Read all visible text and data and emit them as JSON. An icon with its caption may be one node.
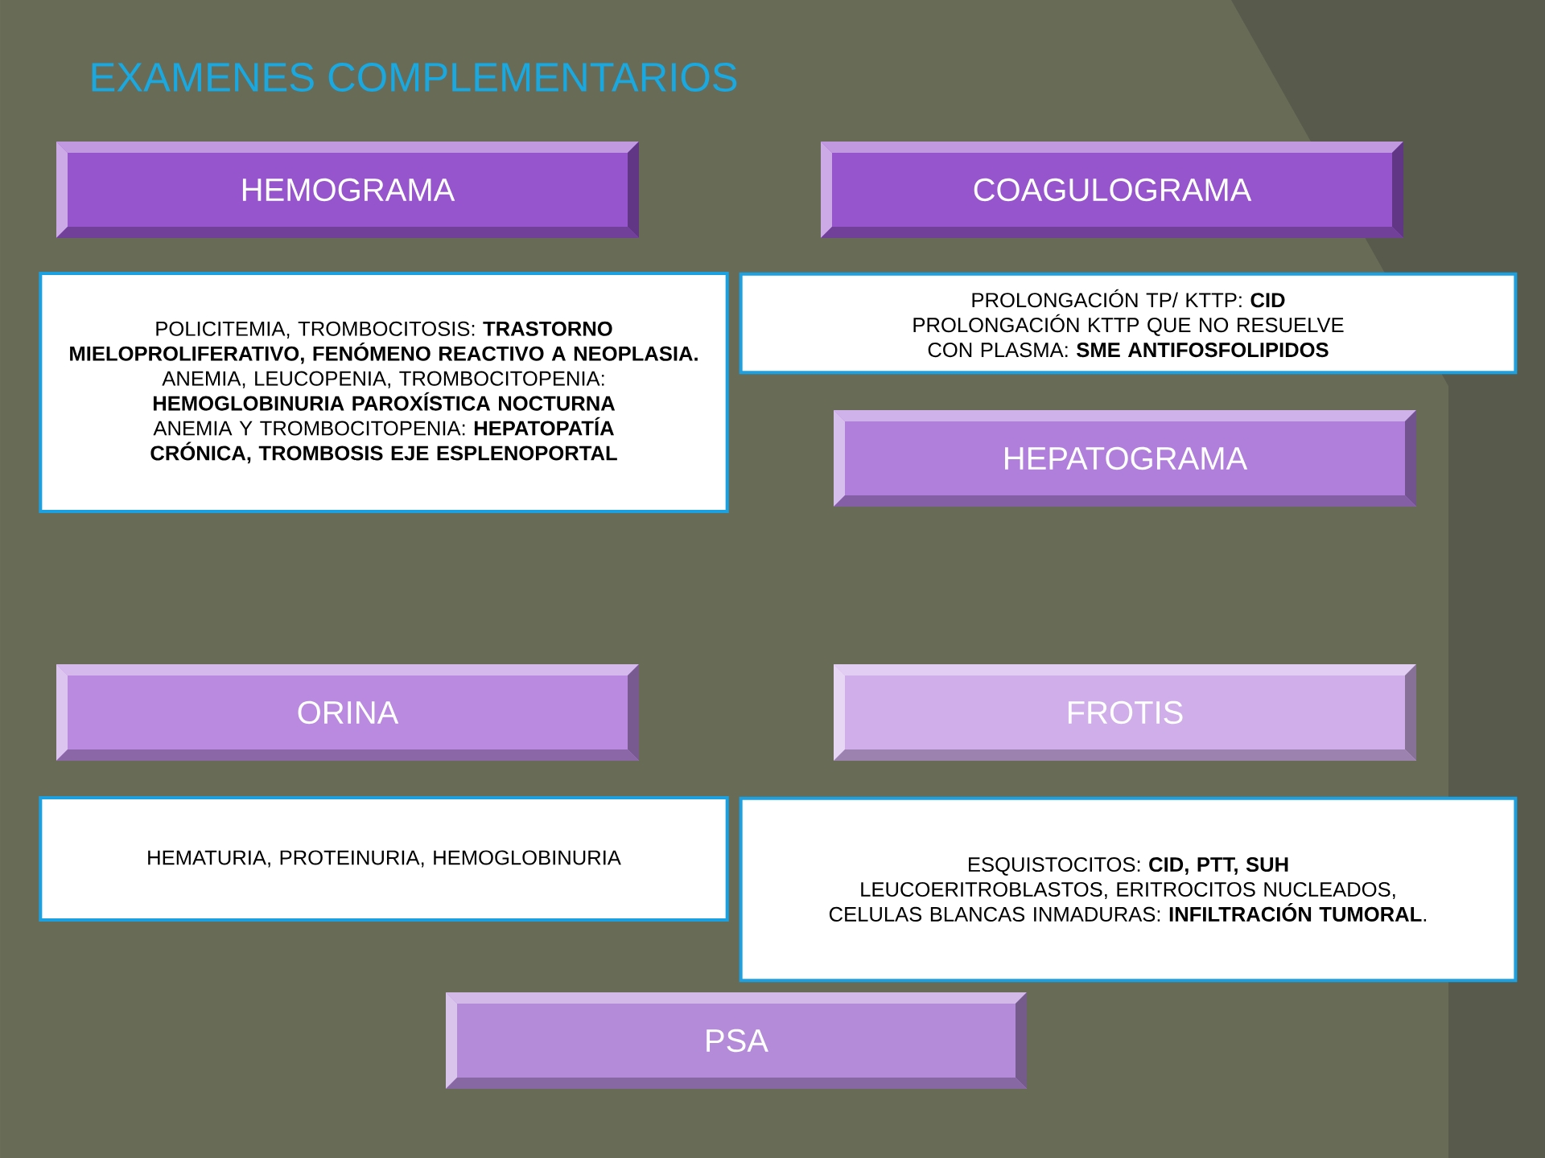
{
  "diagram": {
    "title": "EXAMENES COMPLEMENTARIOS",
    "nodes": [
      {
        "text": [
          "HEMOGRAMA"
        ]
      },
      {
        "text": [
          "POLICITEMIA, TROMBOCITOSIS: **TRASTORNO MIELOPROLIFERATIVO, FENÓMENO REACTIVO A NEOPLASIA.**",
          "ANEMIA, LEUCOPENIA, TROMBOCITOPENIA: **HEMOGLOBINURIA PAROXÍSTICA NOCTURNA**",
          "ANEMIA Y TROMBOCITOPENIA: **HEPATOPATÍA CRÓNICA, TROMBOSIS EJE ESPLENOPORTAL**"
        ]
      },
      {
        "text": [
          "COAGULOGRAMA"
        ]
      },
      {
        "text": [
          "PROLONGACIÓN TP/ KTTP: **CID**",
          "PROLONGACIÓN KTTP QUE NO RESUELVE CON PLASMA: **SME ANTIFOSFOLIPIDOS**"
        ]
      },
      {
        "text": [
          "HEPATOGRAMA"
        ]
      },
      {
        "text": [
          "ORINA"
        ]
      },
      {
        "text": [
          "HEMATURIA, PROTEINURIA, HEMOGLOBINURIA"
        ]
      },
      {
        "text": [
          "FROTIS"
        ]
      },
      {
        "text": [
          "ESQUISTOCITOS: **CID, PTT, SUH**",
          "LEUCOERITROBLASTOS, ERITROCITOS NUCLEADOS, CELULAS BLANCAS INMADURAS: **INFILTRACIÓN TUMORAL**."
        ]
      },
      {
        "text": [
          "PSA"
        ]
      }
    ]
  }
}
